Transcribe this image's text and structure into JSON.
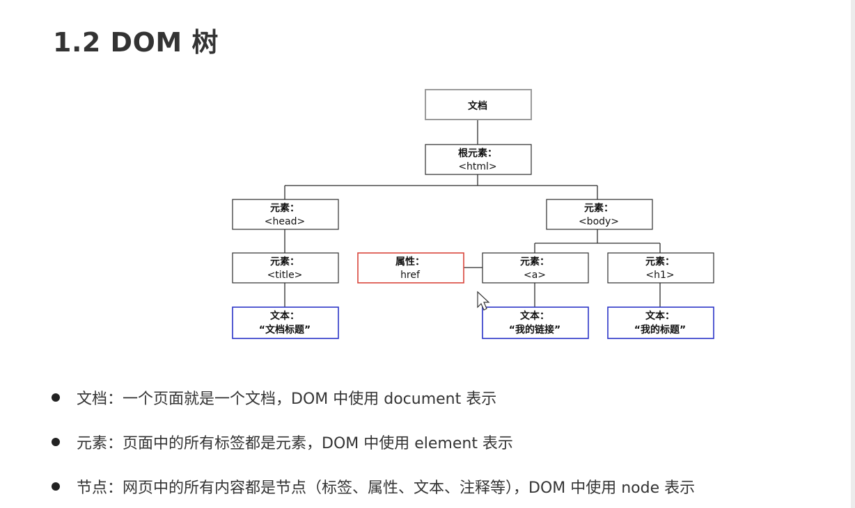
{
  "slide": {
    "title": "1.2 DOM 树"
  },
  "diagram": {
    "nodes": {
      "document": {
        "line1": "文档",
        "line2": ""
      },
      "root": {
        "line1": "根元素：",
        "line2": "<html>"
      },
      "head": {
        "line1": "元素：",
        "line2": "<head>"
      },
      "body": {
        "line1": "元素：",
        "line2": "<body>"
      },
      "title_el": {
        "line1": "元素：",
        "line2": "<title>"
      },
      "attr": {
        "line1": "属性：",
        "line2": "href"
      },
      "a": {
        "line1": "元素：",
        "line2": "<a>"
      },
      "h1": {
        "line1": "元素：",
        "line2": "<h1>"
      },
      "text_title": {
        "line1": "文本：",
        "line2": "“文档标题”"
      },
      "text_link": {
        "line1": "文本：",
        "line2": "“我的链接”"
      },
      "text_h1": {
        "line1": "文本：",
        "line2": "“我的标题”"
      }
    },
    "colors": {
      "document_border": "#9a9a9a",
      "attribute_border": "#d9443a",
      "text_border": "#2a33c7",
      "element_border": "#2b2b2b"
    }
  },
  "bullets": [
    {
      "text": "文档：一个页面就是一个文档，DOM 中使用 document 表示"
    },
    {
      "text": "元素：页面中的所有标签都是元素，DOM 中使用 element 表示"
    },
    {
      "text": "节点：网页中的所有内容都是节点（标签、属性、文本、注释等），DOM 中使用 node 表示"
    }
  ],
  "icons": {
    "bullet": "filled-circle",
    "cursor": "mouse-pointer-icon"
  }
}
